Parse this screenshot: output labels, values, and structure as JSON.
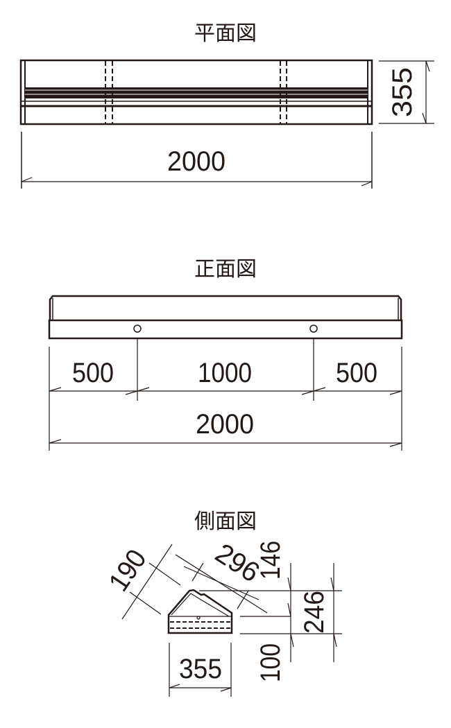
{
  "drawing": {
    "stroke_color": "#231815",
    "background": "#ffffff"
  },
  "plan_view": {
    "title": "平面図",
    "width_label": "2000",
    "depth_label": "355"
  },
  "front_view": {
    "title": "正面図",
    "left_segment_label": "500",
    "middle_segment_label": "1000",
    "right_segment_label": "500",
    "total_label": "2000"
  },
  "side_view": {
    "title": "側面図",
    "slope_left_label": "190",
    "slope_right_label": "296",
    "top_height_label": "146",
    "total_height_label": "246",
    "base_height_label": "100",
    "base_width_label": "355"
  }
}
